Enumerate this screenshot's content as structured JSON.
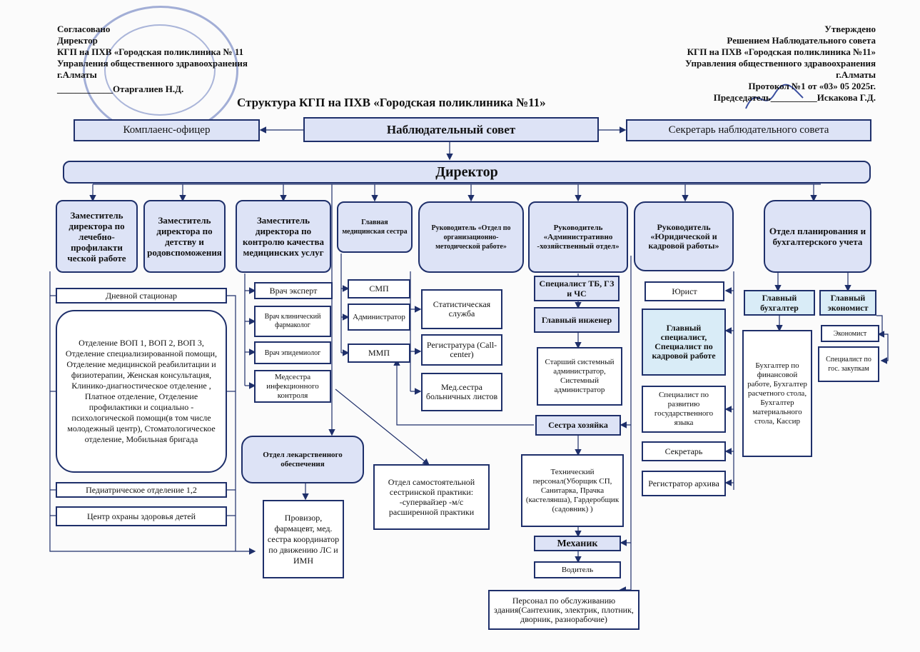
{
  "left_header": [
    "Согласовано",
    "Директор",
    "КГП на ПХВ «Городская поликлиника № 11",
    "Управления общественного здравоохранения",
    "г.Алматы",
    "____________Отарғалиев Н.Д."
  ],
  "right_header": [
    "Утверждено",
    "Решением Наблюдательного совета",
    "КГП на ПХВ «Городская поликлиника №11»",
    "Управления общественного здравоохранения",
    "г.Алматы",
    "Протокол №1  от «03» 05 2025г.",
    "Председатель__________Искакова Г.Д."
  ],
  "title": "Структура КГП на ПХВ «Городская поликлиника №11»",
  "top": {
    "compliance": "Комплаенс-офицер",
    "board": "Наблюдательный совет",
    "secretary": "Секретарь наблюдательного совета"
  },
  "director": "Директор",
  "col1": {
    "head": "Заместитель директора по лечебно-профилакти ческой работе",
    "day": "Дневной стационар",
    "main": "Отделение ВОП 1, ВОП 2, ВОП 3, Отделение специализированной помощи, Отделение медицинской реабилитации и физиотерапии, Женская консультация, Клинико-диагностическое отделение , Платное отделение, Отделение профилактики и  социально - психологической помощи(в том числе молодежный центр), Стоматологическое отделение, Мобильная бригада",
    "pediatric": "Педиатрическое отделение 1,2",
    "children": "Центр охраны здоровья детей"
  },
  "col2": {
    "head": "Заместитель директора по детству и родовспоможения"
  },
  "col3": {
    "head": "Заместитель директора по контролю качества медицинских услуг",
    "expert": "Врач эксперт",
    "pharm": "Врач клинический фармаколог",
    "epid": "Врач эпидемиолог",
    "nurse_inf": "Медсестра инфекционного контроля",
    "drug_dept": "Отдел лекарственного обеспечения",
    "provisor": "Провизор, фармацевт, мед. сестра координатор по движению ЛС и ИМН"
  },
  "col4": {
    "head": "Главная медицинская сестра",
    "smp": "СМП",
    "admin": "Администратор",
    "mmp": "ММП",
    "self_dept": "Отдел самостоятельной сестринской практики: -супервайзер -м/с расширенной практики"
  },
  "col5": {
    "head": "Руководитель «Отдел по организационно-методической работе»",
    "stat": "Статистическая служба",
    "reg": "Регистратура (Call-center)",
    "sick": "Мед.сестра больничных листов"
  },
  "col6": {
    "head": "Руководитель «Административно -хозяйственный отдел»",
    "tb": "Специалист ТБ, ГЗ и ЧС",
    "engineer": "Главный инженер",
    "sysadmin": "Старший системный администратор, Системный администратор",
    "housekeeper": "Сестра хозяйка",
    "tech": "Технический персонал(Уборщик СП, Санитарка, Прачка (кастелянша), Гардеробщик (садовник) )",
    "mechanic": "Механик",
    "driver": "Водитель",
    "building": "Персонал по обслуживанию здания(Сантехник, электрик, плотник, дворник, разнорабочие)"
  },
  "col7": {
    "head": "Руководитель «Юридической и кадровой работы»",
    "lawyer": "Юрист",
    "hr": "Главный специалист, Специалист по кадровой работе",
    "lang": "Специалист по развитию государственного языка",
    "secretary": "Секретарь",
    "archive": "Регистратор архива"
  },
  "col8": {
    "head": "Отдел планирования и бухгалтерского учета",
    "chief_acc": "Главный бухгалтер",
    "chief_econ": "Главный экономист",
    "accountants": "Бухгалтер по финансовой работе, Бухгалтер расчетного стола, Бухгалтер материального стола, Кассир",
    "economist": "Экономист",
    "procure": "Специалист по гос. закупкам"
  },
  "colors": {
    "border": "#1e2f6a",
    "fill_top": "#dde3f6",
    "fill_hr": "#d9ecf7",
    "stamp": "#5a6fb8"
  }
}
